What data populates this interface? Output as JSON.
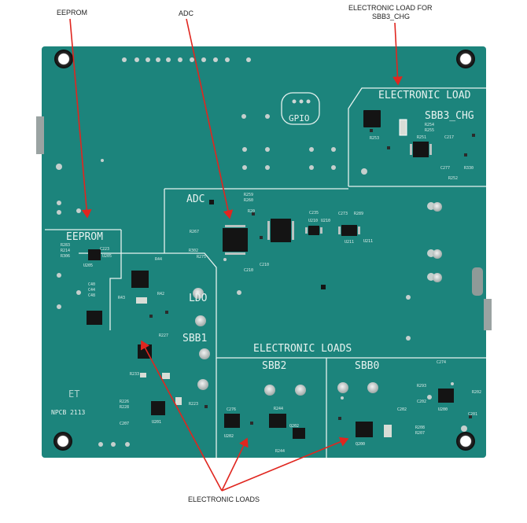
{
  "callouts": {
    "eeprom": "EEPROM",
    "adc": "ADC",
    "load_sbb3_line1": "ELECTRONIC LOAD FOR",
    "load_sbb3_line2": "SBB3_CHG",
    "loads_bottom": "ELECTRONIC LOADS"
  },
  "silkscreen": {
    "electronic_load": "ELECTRONIC LOAD",
    "sbb3_chg": "SBB3_CHG",
    "gpio": "GPIO",
    "adc": "ADC",
    "eeprom": "EEPROM",
    "ldo": "LDO",
    "sbb1": "SBB1",
    "electronic_loads": "ELECTRONIC LOADS",
    "sbb2": "SBB2",
    "sbb0": "SBB0",
    "et": "ET",
    "npcb": "NPCB 2113",
    "u210": "U210",
    "u211": "U211",
    "u205": "U205",
    "u200": "U200",
    "u201": "U201",
    "u202": "U202",
    "q200": "Q200",
    "q202": "Q202",
    "c207": "C207",
    "c210": "C210",
    "c202": "C202"
  },
  "colors": {
    "board": "#1e8a82",
    "board_dark": "#16736c",
    "silkscreen": "#e6f2ef",
    "arrow": "#e0261f",
    "chip": "#141414"
  }
}
